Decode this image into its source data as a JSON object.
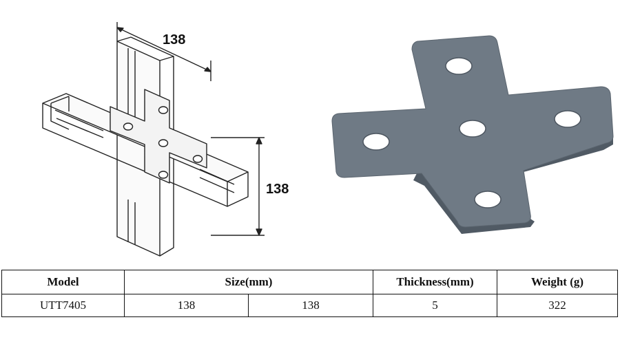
{
  "drawing": {
    "dimension_width": "138",
    "dimension_height": "138"
  },
  "table": {
    "headers": {
      "model": "Model",
      "size": "Size(mm)",
      "thickness": "Thickness(mm)",
      "weight": "Weight (g)"
    },
    "row": {
      "model": "UTT7405",
      "size_a": "138",
      "size_b": "138",
      "thickness": "5",
      "weight": "322"
    }
  },
  "colors": {
    "plate": "#6f7a85",
    "plate_edge": "#5a646e",
    "line": "#222222",
    "hole": "#ffffff"
  }
}
